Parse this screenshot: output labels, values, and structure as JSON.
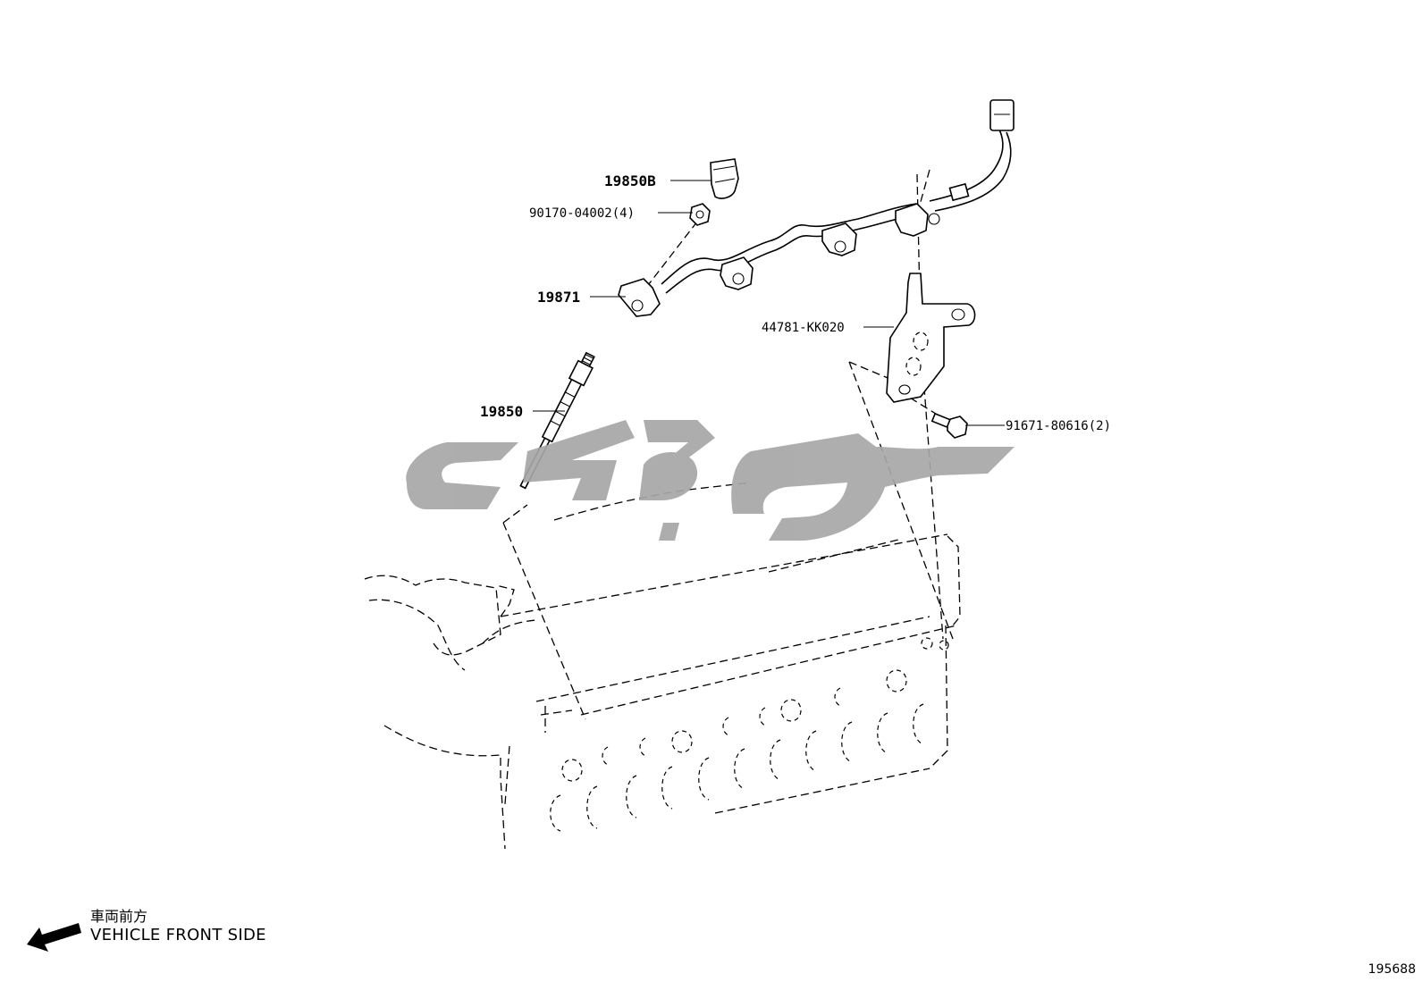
{
  "parts": [
    {
      "id": "p1",
      "number": "19850B"
    },
    {
      "id": "p2",
      "number": "90170-04002(4)"
    },
    {
      "id": "p3",
      "number": "19871"
    },
    {
      "id": "p4",
      "number": "19850"
    },
    {
      "id": "p5",
      "number": "44781-KK020"
    },
    {
      "id": "p6",
      "number": "91671-80616(2)"
    }
  ],
  "orientation": {
    "japanese": "車両前方",
    "english": "VEHICLE FRONT SIDE"
  },
  "reference_number": "195688",
  "watermark": "logo"
}
